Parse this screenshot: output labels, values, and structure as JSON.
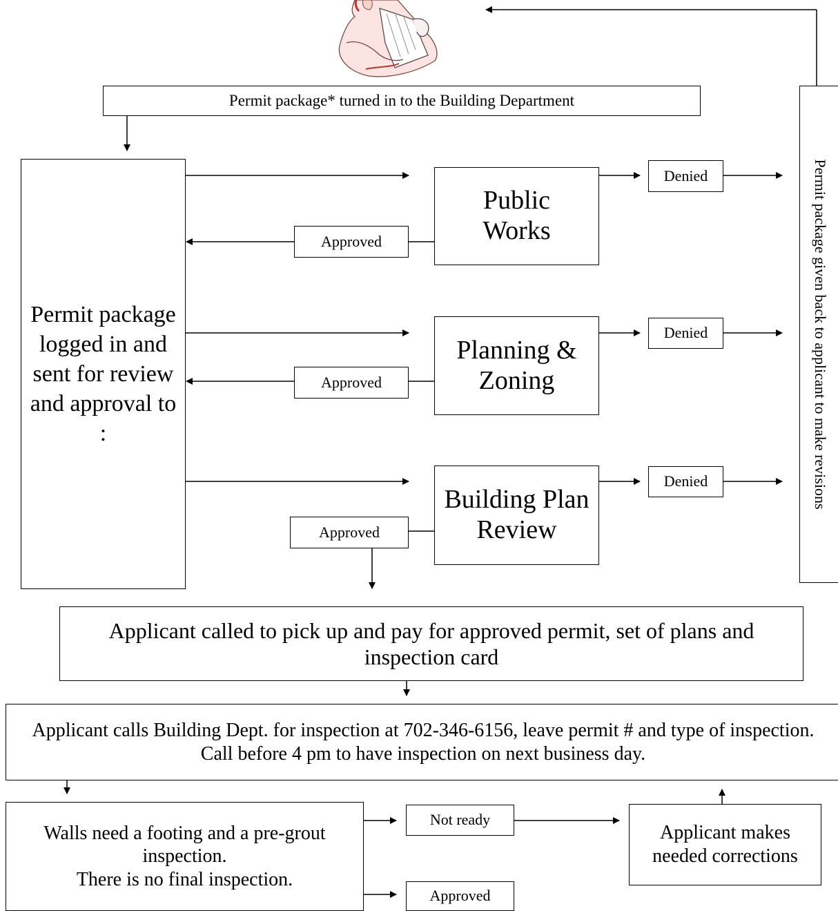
{
  "submit_box": "Permit package* turned in to the Building Department",
  "intake_box": "Permit package logged in and sent for review and approval to :",
  "departments": [
    {
      "name": "Public Works",
      "approved": "Approved",
      "denied": "Denied"
    },
    {
      "name": "Planning & Zoning",
      "approved": "Approved",
      "denied": "Denied"
    },
    {
      "name": "Building Plan Review",
      "approved": "Approved",
      "denied": "Denied"
    }
  ],
  "return_box": "Permit package given back to applicant to make revisions",
  "pickup_box": "Applicant called to pick up and pay for approved permit, set of plans and inspection card",
  "call_box": "Applicant calls Building Dept. for inspection at 702-346-6156, leave permit # and type of inspection.  Call before 4 pm to have inspection on next business day.",
  "walls_box": {
    "line1": "Walls need a footing and a pre-grout inspection.",
    "line2": "There is no final inspection."
  },
  "not_ready": "Not ready",
  "final_approved": "Approved",
  "corrections_box": "Applicant makes needed corrections"
}
